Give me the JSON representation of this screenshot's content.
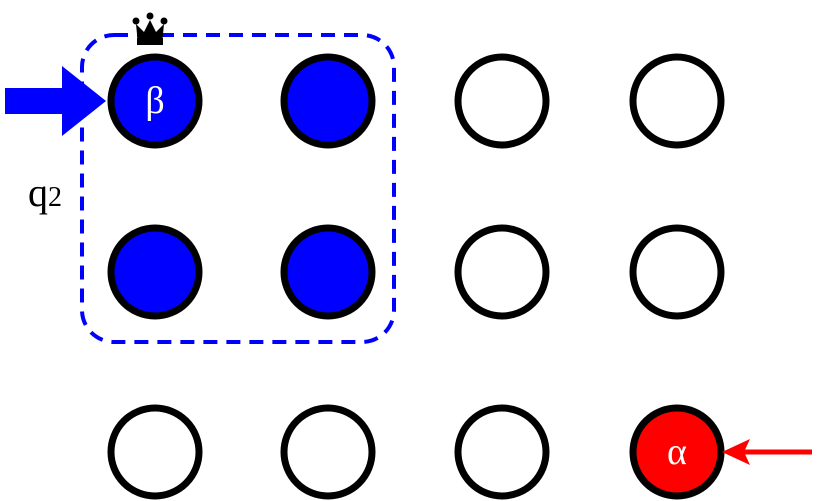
{
  "colors": {
    "background": "#ffffff",
    "node_stroke": "#000000",
    "node_empty_fill": "#ffffff",
    "blue": "#0000ff",
    "red": "#ff0000",
    "crown": "#000000"
  },
  "grid": {
    "rows": 3,
    "cols": 4,
    "nodes": [
      {
        "row": 0,
        "col": 0,
        "state": "blue",
        "label": "β"
      },
      {
        "row": 0,
        "col": 1,
        "state": "blue",
        "label": ""
      },
      {
        "row": 0,
        "col": 2,
        "state": "empty",
        "label": ""
      },
      {
        "row": 0,
        "col": 3,
        "state": "empty",
        "label": ""
      },
      {
        "row": 1,
        "col": 0,
        "state": "blue",
        "label": ""
      },
      {
        "row": 1,
        "col": 1,
        "state": "blue",
        "label": ""
      },
      {
        "row": 1,
        "col": 2,
        "state": "empty",
        "label": ""
      },
      {
        "row": 1,
        "col": 3,
        "state": "empty",
        "label": ""
      },
      {
        "row": 2,
        "col": 0,
        "state": "empty",
        "label": ""
      },
      {
        "row": 2,
        "col": 1,
        "state": "empty",
        "label": ""
      },
      {
        "row": 2,
        "col": 2,
        "state": "empty",
        "label": ""
      },
      {
        "row": 2,
        "col": 3,
        "state": "red",
        "label": "α"
      }
    ]
  },
  "group": {
    "label_main": "q",
    "label_sub": "2",
    "style": "dashed",
    "color": "#0000ff"
  },
  "markers": {
    "crown_icon": "crown-icon",
    "blue_arrow": {
      "direction": "right",
      "target": "beta",
      "color": "#0000ff",
      "style": "thick-block"
    },
    "red_arrow": {
      "direction": "left",
      "target": "alpha",
      "color": "#ff0000",
      "style": "thin"
    }
  }
}
